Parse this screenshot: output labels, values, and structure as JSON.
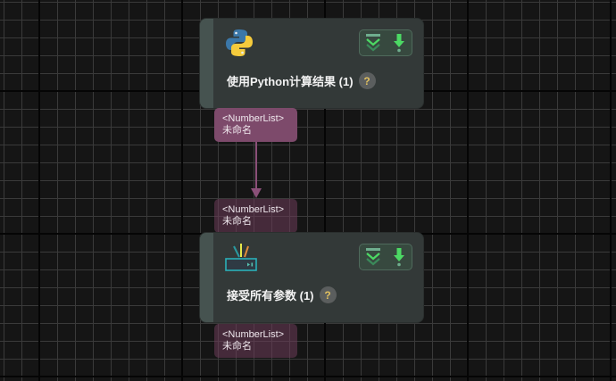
{
  "canvas": {
    "background": "#151515",
    "grid_minor_color": "#3a3a3a",
    "grid_major_color": "#050505"
  },
  "nodes": [
    {
      "title": "使用Python计算结果 (1)",
      "icon": "python-icon",
      "help_label": "?",
      "actions": [
        "collapse-chevrons-icon",
        "download-arrow-icon"
      ],
      "output_port": {
        "type": "<NumberList>",
        "name": "未命名"
      }
    },
    {
      "title": "接受所有参数 (1)",
      "icon": "receiver-antenna-icon",
      "help_label": "?",
      "actions": [
        "collapse-chevrons-icon",
        "download-arrow-icon"
      ],
      "input_port": {
        "type": "<NumberList>",
        "name": "未命名"
      },
      "output_port": {
        "type": "<NumberList>",
        "name": "未命名"
      }
    }
  ],
  "connections": [
    {
      "from": "nodes.0.output_port",
      "to": "nodes.1.input_port",
      "color": "#8a5078"
    }
  ],
  "colors": {
    "node_body": "#333938",
    "node_stripe": "#465350",
    "port_active": "#7d4a6b",
    "action_accent": "#4cd964",
    "help_question": "#e0c060"
  }
}
